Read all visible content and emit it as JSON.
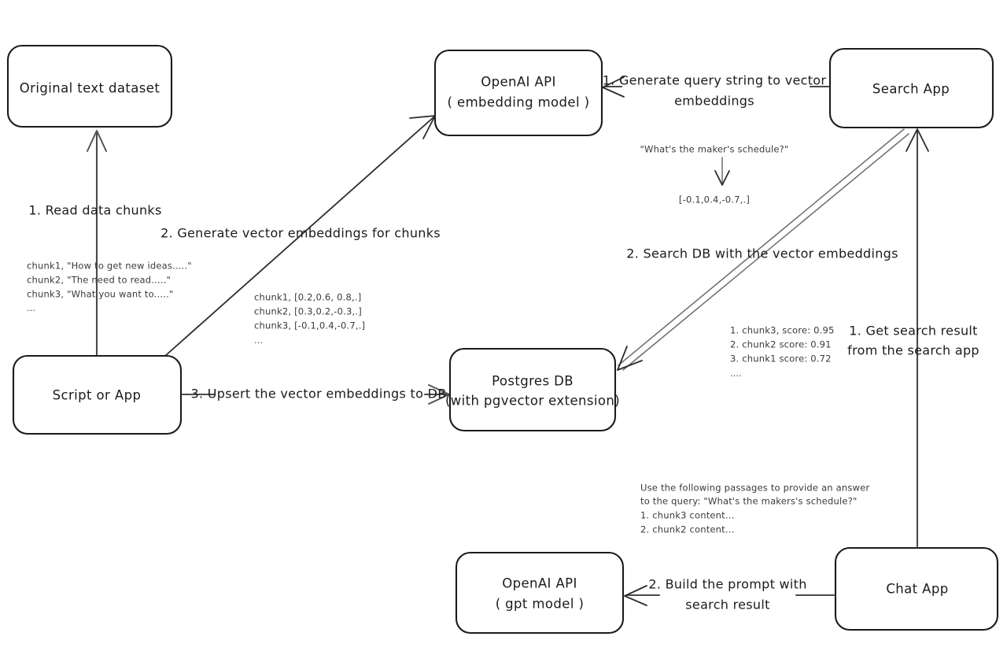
{
  "diagram": {
    "title": "Vector search RAG architecture flow",
    "background": "#ffffff",
    "node_stroke": "#1b1b1b",
    "edge_color": "#4a4a4a",
    "text_color": "#1b1b1b"
  },
  "nodes": {
    "original_dataset": {
      "label": "Original text dataset"
    },
    "script_or_app": {
      "label": "Script or App"
    },
    "openai_embedding": {
      "line1": "OpenAI API",
      "line2": "( embedding model )"
    },
    "postgres_db": {
      "line1": "Postgres DB",
      "line2": "(with pgvector extension)"
    },
    "search_app": {
      "label": "Search App"
    },
    "chat_app": {
      "label": "Chat App"
    },
    "openai_gpt": {
      "line1": "OpenAI API",
      "line2": "( gpt model )"
    }
  },
  "edge_labels": {
    "read_chunks": "1. Read data chunks",
    "generate_embeddings": "2. Generate vector embeddings for chunks",
    "upsert_db": "3. Upsert the vector embeddings  to DB",
    "generate_query_embeddings_l1": "1. Generate query string to vector",
    "generate_query_embeddings_l2": "embeddings",
    "search_db": "2. Search DB with the vector embeddings",
    "get_search_result_l1": "1. Get search result",
    "get_search_result_l2": "from the search app",
    "build_prompt_l1": "2. Build the prompt with",
    "build_prompt_l2": "search result"
  },
  "notes": {
    "chunks_raw": [
      "chunk1, \"How to get new ideas.....\"",
      "chunk2, \"The need to read.....\"",
      "chunk3, \"What you want to.....\"",
      "..."
    ],
    "chunks_vectors": [
      "chunk1, [0.2,0.6, 0.8,.]",
      "chunk2, [0.3,0.2,-0.3,.]",
      "chunk3, [-0.1,0.4,-0.7,.]",
      "..."
    ],
    "query_string": "\"What's the maker's schedule?\"",
    "query_vector": "[-0.1,0.4,-0.7,.]",
    "search_results": [
      "1. chunk3, score: 0.95",
      "2. chunk2 score: 0.91",
      "3. chunk1 score: 0.72",
      "...."
    ],
    "prompt_block": [
      "Use the following passages to provide an answer",
      "to the query: \"What's the makers's schedule?\"",
      "1. chunk3 content...",
      "2. chunk2 content..."
    ]
  }
}
